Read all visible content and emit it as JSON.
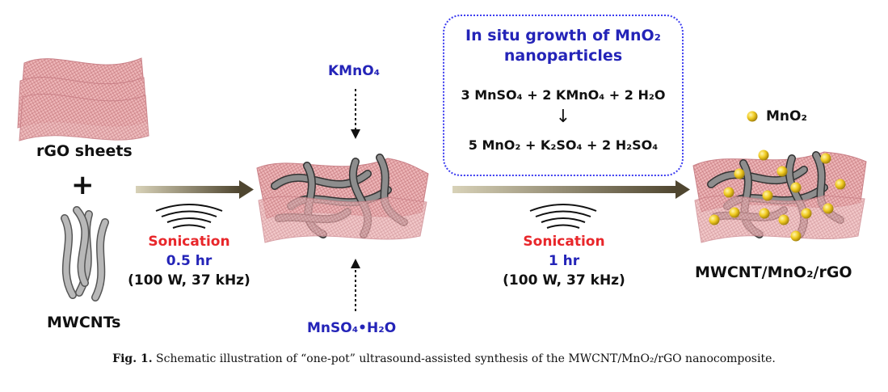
{
  "labels": {
    "rgo_sheets": "rGO sheets",
    "plus": "+",
    "mwcnts": "MWCNTs",
    "kmno4": "KMnO₄",
    "mnso4_h2o": "MnSO₄•H₂O",
    "product": "MWCNT/MnO₂/rGO",
    "mno2_legend": "MnO₂"
  },
  "step1": {
    "label": "Sonication",
    "time": "0.5 hr",
    "conditions": "(100 W, 37 kHz)"
  },
  "step2": {
    "label": "Sonication",
    "time": "1 hr",
    "conditions": "(100 W, 37 kHz)"
  },
  "reaction_box": {
    "title_line1": "In situ growth of MnO₂",
    "title_line2": "nanoparticles",
    "equation_left": "3 MnSO₄ + 2 KMnO₄ + 2 H₂O",
    "arrow": "↓",
    "equation_right": "5 MnO₂ + K₂SO₄ + 2 H₂SO₄"
  },
  "caption": {
    "prefix": "Fig. 1.",
    "text": "Schematic illustration of “one-pot” ultrasound-assisted synthesis of the MWCNT/MnO₂/rGO nanocomposite."
  },
  "colors": {
    "sheet": "#e7a3a6",
    "sheet_line": "#c97b80",
    "tube": "#7a7a7a",
    "arrow": "#6e6240",
    "blue": "#2424b8",
    "red": "#e8262a",
    "box_border": "#3d3df0",
    "nanoparticle": "#e9c51c"
  }
}
